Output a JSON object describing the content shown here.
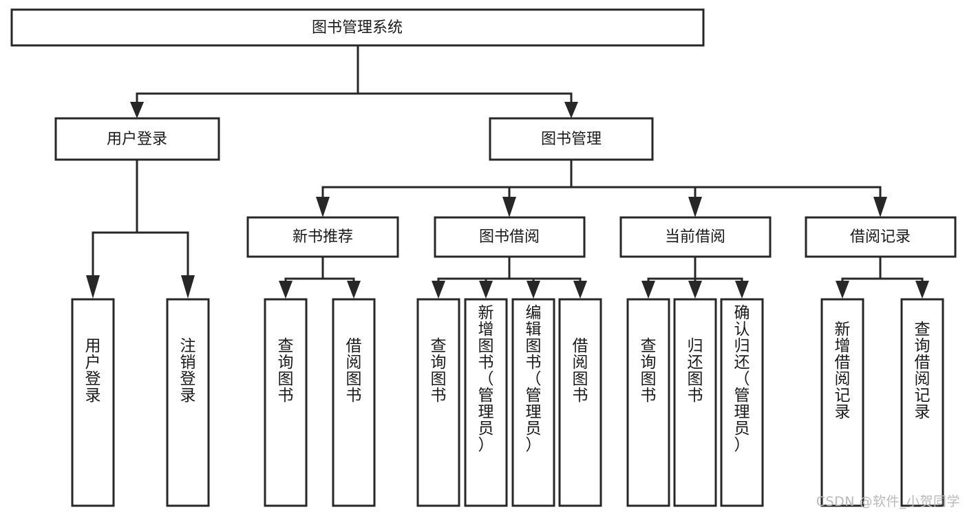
{
  "diagram": {
    "type": "tree",
    "title": "图书管理系统",
    "orientation": "top-down",
    "watermark": "CSDN @软件_小贺同学",
    "colors": {
      "box_fill": "#ffffff",
      "box_stroke": "#272727",
      "text": "#1a1a1a",
      "background": "#ffffff",
      "watermark": "#b9b9b9"
    },
    "root": {
      "id": "root",
      "label": "图书管理系统",
      "text_orientation": "horizontal"
    },
    "level2": [
      {
        "id": "user-login",
        "label": "用户登录",
        "text_orientation": "horizontal"
      },
      {
        "id": "book-manage",
        "label": "图书管理",
        "text_orientation": "horizontal"
      }
    ],
    "level3": [
      {
        "id": "new-book-recommend",
        "label": "新书推荐",
        "parent": "book-manage",
        "text_orientation": "horizontal"
      },
      {
        "id": "book-borrow",
        "label": "图书借阅",
        "parent": "book-manage",
        "text_orientation": "horizontal"
      },
      {
        "id": "current-borrow",
        "label": "当前借阅",
        "parent": "book-manage",
        "text_orientation": "horizontal"
      },
      {
        "id": "borrow-record",
        "label": "借阅记录",
        "parent": "book-manage",
        "text_orientation": "horizontal"
      }
    ],
    "leaves": [
      {
        "id": "leaf-user-login",
        "label": "用户登录",
        "parent": "user-login",
        "text_orientation": "vertical"
      },
      {
        "id": "leaf-logout-login",
        "label": "注销登录",
        "parent": "user-login",
        "text_orientation": "vertical"
      },
      {
        "id": "leaf-query-book-1",
        "label": "查询图书",
        "parent": "new-book-recommend",
        "text_orientation": "vertical"
      },
      {
        "id": "leaf-borrow-book-1",
        "label": "借阅图书",
        "parent": "new-book-recommend",
        "text_orientation": "vertical"
      },
      {
        "id": "leaf-query-book-2",
        "label": "查询图书",
        "parent": "book-borrow",
        "text_orientation": "vertical"
      },
      {
        "id": "leaf-add-book",
        "label": "新增图书（管理员）",
        "parent": "book-borrow",
        "text_orientation": "vertical"
      },
      {
        "id": "leaf-edit-book",
        "label": "编辑图书（管理员）",
        "parent": "book-borrow",
        "text_orientation": "vertical"
      },
      {
        "id": "leaf-borrow-book-2",
        "label": "借阅图书",
        "parent": "book-borrow",
        "text_orientation": "vertical"
      },
      {
        "id": "leaf-query-book-3",
        "label": "查询图书",
        "parent": "current-borrow",
        "text_orientation": "vertical"
      },
      {
        "id": "leaf-return-book",
        "label": "归还图书",
        "parent": "current-borrow",
        "text_orientation": "vertical"
      },
      {
        "id": "leaf-confirm-return",
        "label": "确认归还（管理员）",
        "parent": "current-borrow",
        "text_orientation": "vertical"
      },
      {
        "id": "leaf-add-record",
        "label": "新增借阅记录",
        "parent": "borrow-record",
        "text_orientation": "vertical"
      },
      {
        "id": "leaf-query-record",
        "label": "查询借阅记录",
        "parent": "borrow-record",
        "text_orientation": "vertical"
      }
    ]
  }
}
